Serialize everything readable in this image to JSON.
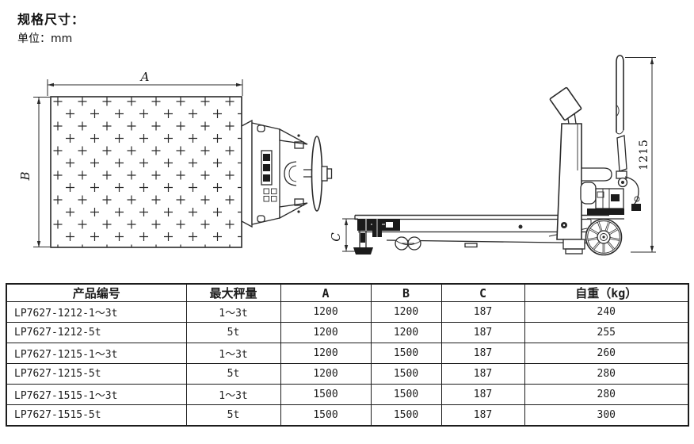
{
  "page": {
    "title": "规格尺寸：",
    "unit_label": "单位：mm"
  },
  "drawings": {
    "top_view": {
      "dim_a": "A",
      "dim_b": "B"
    },
    "side_view": {
      "dim_c": "C",
      "dim_height": "1215"
    }
  },
  "table": {
    "headers": [
      "产品编号",
      "最大秤量",
      "A",
      "B",
      "C",
      "自重（kg）"
    ],
    "rows": [
      [
        "LP7627-1212-1～3t",
        "1～3t",
        "1200",
        "1200",
        "187",
        "240"
      ],
      [
        "LP7627-1212-5t",
        "5t",
        "1200",
        "1200",
        "187",
        "255"
      ],
      [
        "LP7627-1215-1～3t",
        "1～3t",
        "1200",
        "1500",
        "187",
        "260"
      ],
      [
        "LP7627-1215-5t",
        "5t",
        "1200",
        "1500",
        "187",
        "280"
      ],
      [
        "LP7627-1515-1～3t",
        "1～3t",
        "1500",
        "1500",
        "187",
        "280"
      ],
      [
        "LP7627-1515-5t",
        "5t",
        "1500",
        "1500",
        "187",
        "300"
      ]
    ]
  }
}
